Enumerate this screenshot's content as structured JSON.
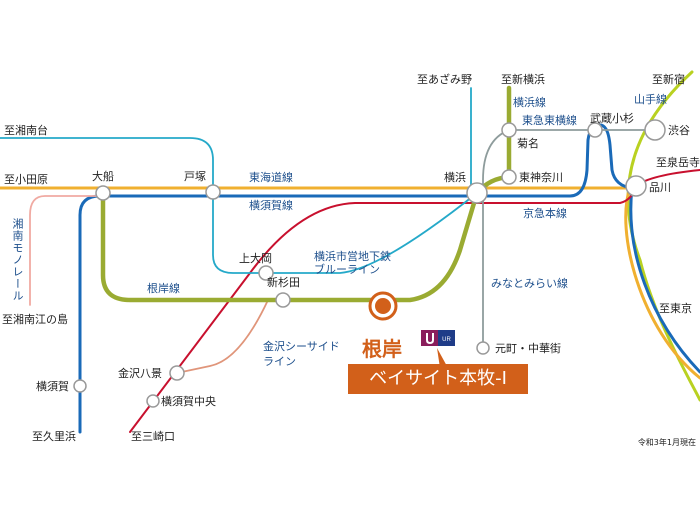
{
  "colors": {
    "tokaido": "#f0b030",
    "yokosuka": "#1a6ab8",
    "keikyu": "#c8102e",
    "blueline": "#25a9c9",
    "negishi": "#9aab32",
    "toyoko": "#8e9c9c",
    "yamanote": "#b9d121",
    "monorail": "#f0aaa2",
    "seaside": "#e0957a",
    "accent": "#d2601a"
  },
  "lines": {
    "tokaido": "東海道線",
    "yokosuka": "横須賀線",
    "blueline": [
      "横浜市営地下鉄",
      "ブルーライン"
    ],
    "negishi": "根岸線",
    "keikyu": "京急本線",
    "yokohama": "横浜線",
    "toyoko": "東急東横線",
    "yamanote": "山手線",
    "minatomirai": "みなとみらい線",
    "seaside": [
      "金沢シーサイド",
      "ライン"
    ],
    "monorail": "湘南モノレール"
  },
  "stations": {
    "ofuna": "大船",
    "totsuka": "戸塚",
    "kamiooka": "上大岡",
    "shinsugita": "新杉田",
    "yokohama": "横浜",
    "kikuna": "菊名",
    "higashikanagawa": "東神奈川",
    "kosugi": "武蔵小杉",
    "shibuya": "渋谷",
    "shinagawa": "品川",
    "motomachi": "元町・中華街",
    "kanazawahakkei": "金沢八景",
    "yokosukachuo": "横須賀中央",
    "yokosuka": "横須賀",
    "negishi": "根岸"
  },
  "destinations": {
    "shonandai": "至湘南台",
    "odawara": "至小田原",
    "enoshima": "至湘南江の島",
    "kurihama": "至久里浜",
    "misakiguchi": "至三崎口",
    "azamino": "至あざみ野",
    "shinyokohama": "至新横浜",
    "shinjuku": "至新宿",
    "sengakuji": "至泉岳寺",
    "tokyo": "至東京"
  },
  "property": {
    "name": "ベイサイト本牧-Ⅰ",
    "logo": "UR"
  },
  "note": "令和3年1月現在"
}
